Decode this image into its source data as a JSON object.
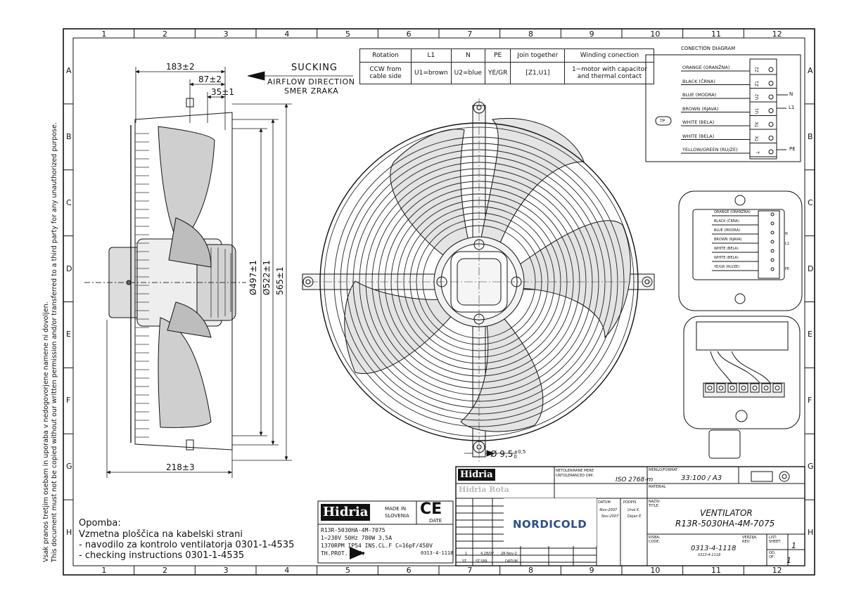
{
  "frame": {
    "columns": [
      "1",
      "2",
      "3",
      "4",
      "5",
      "6",
      "7",
      "8",
      "9",
      "10",
      "11",
      "12"
    ],
    "rows": [
      "A",
      "B",
      "C",
      "D",
      "E",
      "F",
      "G",
      "H"
    ]
  },
  "side_note": {
    "line1": "Vsak pranos tretjim osebam in uporaba v nedogovorjene namene ni dovoljen.",
    "line2": "This document must not be copied without our written permission and/or transferred to a third party for any unauthorized purpose."
  },
  "airflow": {
    "sucking": "SUCKING",
    "direction": "AIRFLOW DIRECTION",
    "smer": "SMER ZRAKA"
  },
  "dimensions": {
    "d183": "183±2",
    "d87": "87±2",
    "d35": "35±1",
    "d497": "Ø497±1",
    "d522": "Ø522±1",
    "d565": "565±1",
    "d218": "218±3",
    "d95": "Ø 9,5",
    "d95_sup": "+0,5",
    "d95_sub": "0"
  },
  "rotation_table": {
    "headers": [
      "Rotation",
      "L1",
      "N",
      "PE",
      "Join together",
      "Winding conection"
    ],
    "row": [
      "CCW from cable side",
      "U1=brown",
      "U2=blue",
      "YE/GR",
      "[Z1,U1]",
      "1~motor with capacitor and thermal contact"
    ]
  },
  "connection_diagram": {
    "title": "CONECTION DIAGRAM",
    "wires": [
      "ORANGE (ORANŽNA)",
      "BLACK (ČRNA)",
      "BLUE (MODRA)",
      "BROWN (RJAVA)",
      "WHITE (BELA)",
      "WHITE (BELA)",
      "YELLOW/GREEN (RU/ZE)"
    ],
    "terminals": [
      "Z2",
      "Z1",
      "U2",
      "U1",
      "TK",
      "TK",
      "⏚"
    ],
    "outputs": [
      "N",
      "L1",
      "PE"
    ],
    "tp": "TP"
  },
  "small_diagram": {
    "wires": [
      "ORANGE (ORANŽNA)",
      "BLACK (ČRNA)",
      "BLUE (MODRA)",
      "BROWN (RJAVA)",
      "WHITE (BELA)",
      "WHITE (BELA)",
      "YE/GR (RU/ZE)"
    ],
    "outputs": [
      "N",
      "L1",
      "PE"
    ]
  },
  "note": {
    "title": "Opomba:",
    "lines": [
      "Vzmetna ploščica na kabelski strani",
      "- navodilo za kontrolo ventilatorja 0301-1-4535",
      "- checking instructions 0301-1-4535"
    ]
  },
  "nameplate": {
    "brand": "Hidria",
    "made_in": "MADE IN",
    "slovenia": "SLOVENIA",
    "ce": "CE",
    "date": "DATE",
    "line1": "R13R-5030HA-4M-7075",
    "line2": "1~230V  50Hz 780W 3,5A",
    "line3": "1370RPM IP54 INS.CL.F  C=16pF/450V",
    "line4": "TH.PROT. ROT.",
    "code": "0313-4-1118"
  },
  "titleblock": {
    "brand": "Hidria",
    "brand2": "Hidria Rota",
    "tolerance": "NETOLERIRANE MERE",
    "tolerance2": "UNTOLERANCED DIM.",
    "iso": "ISO 2768-m",
    "scale_label": "MERILO/FORMAT",
    "scale": "33:100 / A3",
    "material": "MATERIAL",
    "datum": "DATUM",
    "podpis": "PODPIS",
    "date1": "-Nov-2007",
    "date2": "Nov-2007",
    "sign1": "Uroš K.",
    "sign2": "Dejan E.",
    "naziv": "NAZIV:",
    "title_label": "TITLE:",
    "title1": "VENTILATOR",
    "title2": "R13R-5030HA-4M-7075",
    "risba": "RISBA:",
    "code_label": "CODE:",
    "drawing_code": "0313-4-1118",
    "drawing_code_small": "0313-4-1118",
    "verzija": "VERZIJA:",
    "rev": "REV:",
    "list": "LIST:",
    "sheet": "SHEET:",
    "sheet_no": "1",
    "od": "OD:",
    "of": "OF:",
    "of_no": "1",
    "st": "ST.",
    "stspr": "ST.SPR.",
    "datum_col": "DATUM",
    "rev_row": [
      "1",
      "4.28/07",
      "28-Nov-2"
    ],
    "nordicold": "NORDICOLD"
  }
}
